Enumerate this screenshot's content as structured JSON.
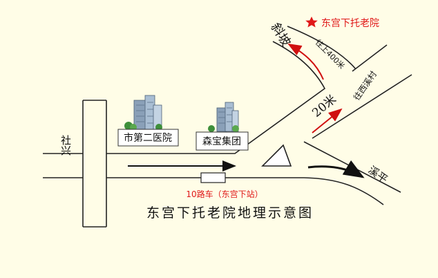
{
  "destination": {
    "label": "东宫下托老院",
    "marker_icon": "red-star-icon",
    "color": "#e01818"
  },
  "roads": {
    "shexing": "社兴",
    "xiepo": "斜坡",
    "wang_xicun": "往西溪村",
    "xiping": "溪平"
  },
  "buildings": [
    {
      "name": "市第二医院"
    },
    {
      "name": "森宝集团"
    }
  ],
  "directions": {
    "toward_destination": "往上400米",
    "distance_marker": "20米",
    "arrow_color": "#d01010"
  },
  "bus_stop": {
    "label": "10路车（东宫下站）",
    "color": "#e01818"
  },
  "map_title": "东宫下托老院地理示意图",
  "colors": {
    "background": "#fffde7",
    "road_line": "#222222"
  }
}
